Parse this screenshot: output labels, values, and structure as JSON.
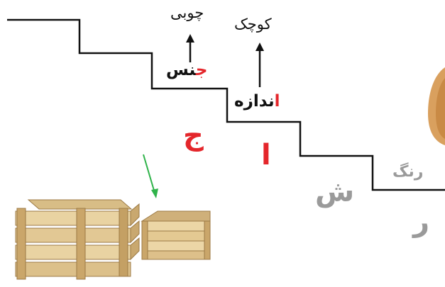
{
  "words": {
    "wooden": "چوبی",
    "small": "کوچک",
    "material_highlight": "ج",
    "material_rest": "نس",
    "size_highlight": "ا",
    "size_rest": "ندازه",
    "color": "رنگ"
  },
  "letters": {
    "jim": "ج",
    "alef": "ا",
    "shin": "ش",
    "re": "ر"
  },
  "colors": {
    "accent_red": "#e4262b",
    "gray_text": "#9a9a9a",
    "arrow_green": "#2fb34a",
    "line_black": "#111111",
    "wood_light": "#e9d3a2",
    "wood_mid": "#d2b47a",
    "wood_dark": "#9c7a45"
  }
}
